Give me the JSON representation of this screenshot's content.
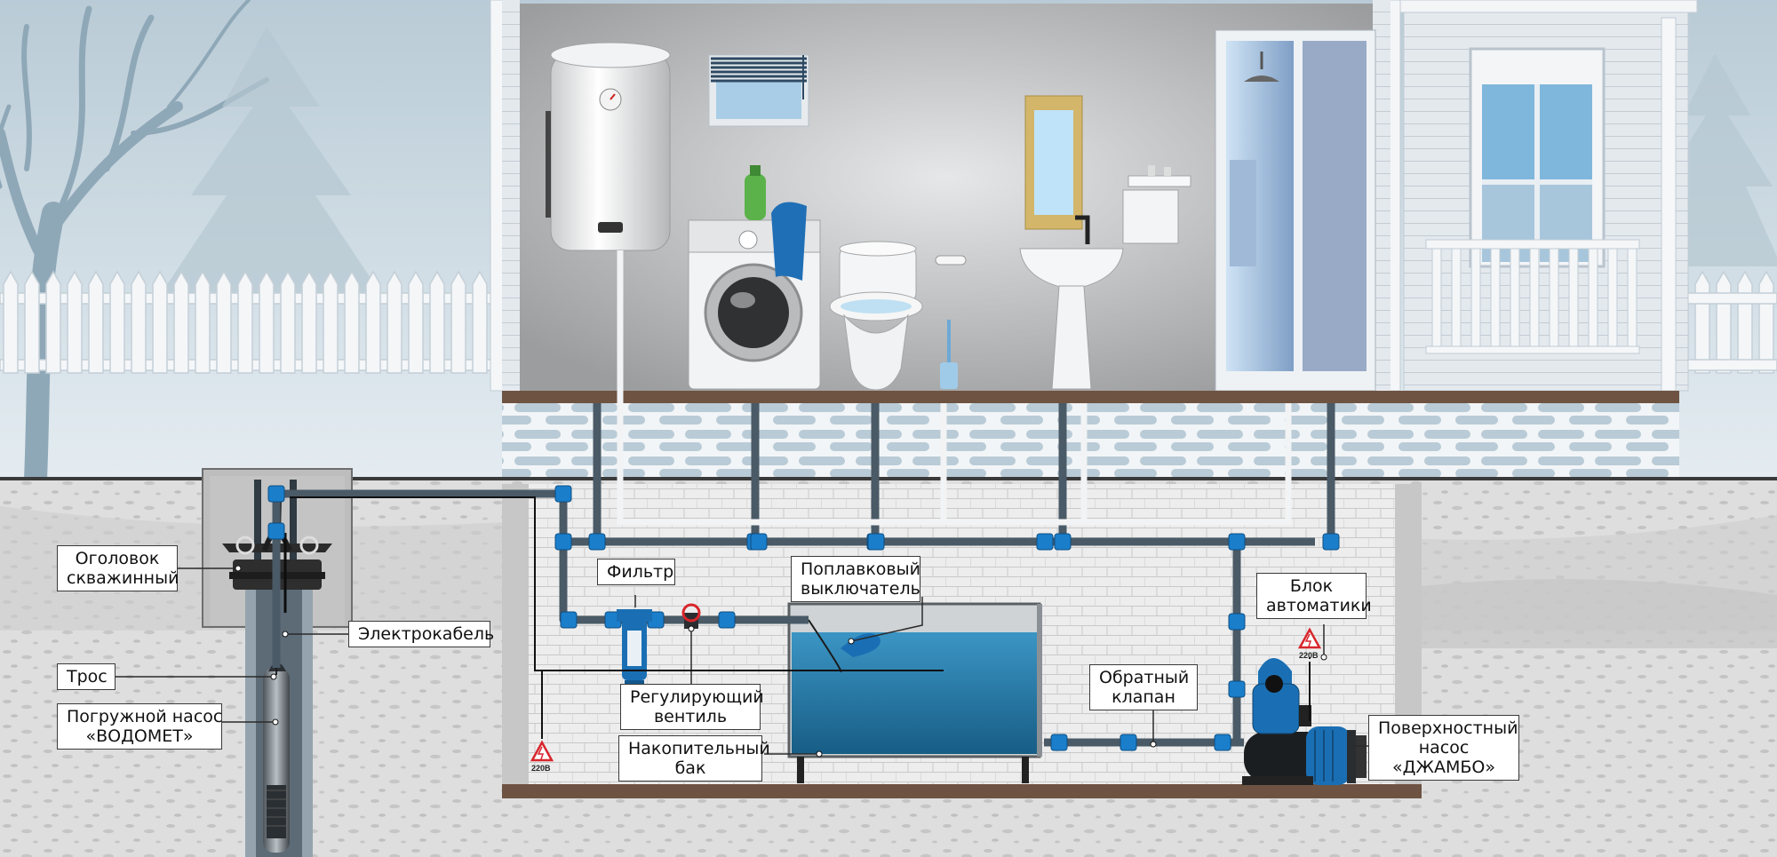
{
  "labels": {
    "wellhead": [
      "Оголовок",
      "скважинный"
    ],
    "cable": [
      "Электрокабель"
    ],
    "rope": [
      "Трос"
    ],
    "submersible_pump": [
      "Погружной насос",
      "«ВОДОМЕТ»"
    ],
    "filter": [
      "Фильтр"
    ],
    "float_switch": [
      "Поплавковый",
      "выключатель"
    ],
    "control_valve": [
      "Регулирующий",
      "вентиль"
    ],
    "storage_tank": [
      "Накопительный",
      "бак"
    ],
    "check_valve": [
      "Обратный",
      "клапан"
    ],
    "automation_unit": [
      "Блок",
      "автоматики"
    ],
    "surface_pump": [
      "Поверхностный",
      "насос",
      "«ДЖАМБО»"
    ]
  },
  "voltage_signs": [
    "220В",
    "220В"
  ],
  "colors": {
    "pipe": "#4a5a66",
    "fitting": "#1a7ecb",
    "water": "#2c7fae",
    "wall": "#a8a9ab",
    "floor": "#6e5342",
    "ground": "#d9d9d9",
    "sky": "#cfdbe3",
    "warning": "#d8262c"
  },
  "icons": [
    "water-heater-icon",
    "washing-machine-icon",
    "toilet-icon",
    "sink-icon",
    "mirror-icon",
    "shower-cabin-icon",
    "window-icon",
    "tree-icon",
    "fence-icon",
    "submersible-pump-icon",
    "surface-pump-icon",
    "filter-icon",
    "float-switch-icon",
    "storage-tank-icon",
    "high-voltage-warning-icon"
  ]
}
